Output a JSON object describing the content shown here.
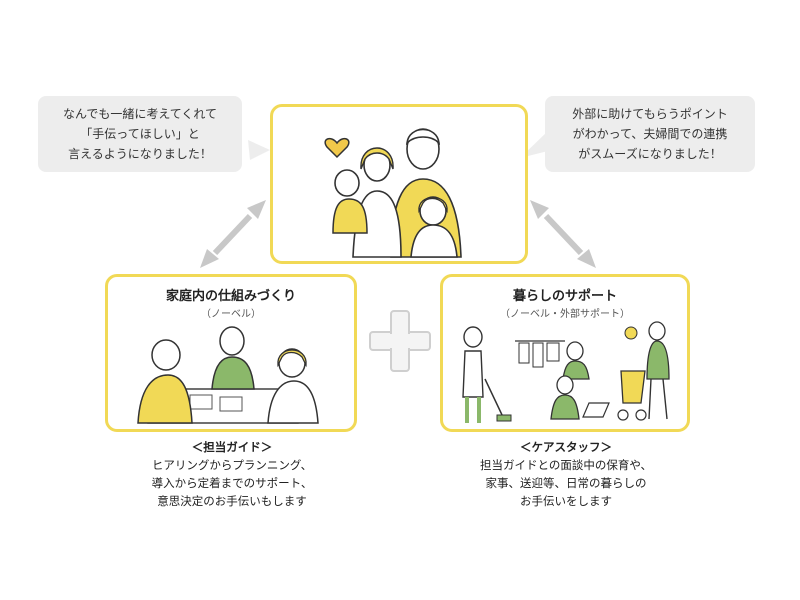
{
  "bubbles": {
    "left": [
      "なんでも一緒に考えてくれて",
      "「手伝ってほしい」と",
      "言えるようになりました！"
    ],
    "right": [
      "外部に助けてもらうポイント",
      "がわかって、夫婦間での連携",
      "がスムーズになりました！"
    ]
  },
  "left_box": {
    "title": "家庭内の仕組みづくり",
    "subtitle": "（ノーベル）"
  },
  "right_box": {
    "title": "暮らしのサポート",
    "subtitle": "（ノーベル・外部サポート）"
  },
  "left_desc": {
    "role": "＜担当ガイド＞",
    "lines": [
      "ヒアリングからプランニング、",
      "導入から定着までのサポート、",
      "意思決定のお手伝いもします"
    ]
  },
  "right_desc": {
    "role": "＜ケアスタッフ＞",
    "lines": [
      "担当ガイドとの面談中の保育や、",
      "家事、送迎等、日常の暮らしの",
      "お手伝いをします"
    ]
  },
  "colors": {
    "accent_yellow": "#f1d956",
    "bubble_gray": "#ededed",
    "arrow_gray": "#c8c8c8",
    "figure_green": "#8bb86a"
  }
}
